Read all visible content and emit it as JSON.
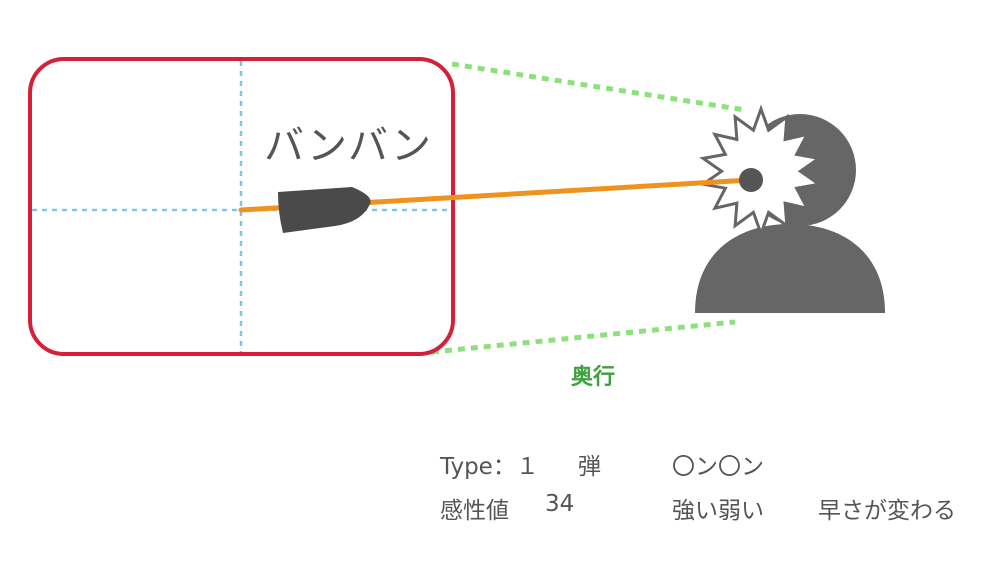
{
  "diagram": {
    "onomatopoeia": "バンバン",
    "depth_label": "奥行",
    "colors": {
      "frame": "#d6203a",
      "crosshair": "#7cc6e6",
      "perspective": "#8ee07c",
      "trajectory": "#f0931e",
      "silhouette": "#666666",
      "bullet": "#4a4a4a"
    },
    "icons": [
      "bullet-icon",
      "person-icon",
      "impact-burst-icon"
    ]
  },
  "info": {
    "type_label": "Type：１",
    "type_word": "弾",
    "sound_word": "〇ン〇ン",
    "sensitivity_label": "感性値",
    "sensitivity_value": "34",
    "strength_word": "強い弱い",
    "speed_word": "早さが変わる"
  }
}
